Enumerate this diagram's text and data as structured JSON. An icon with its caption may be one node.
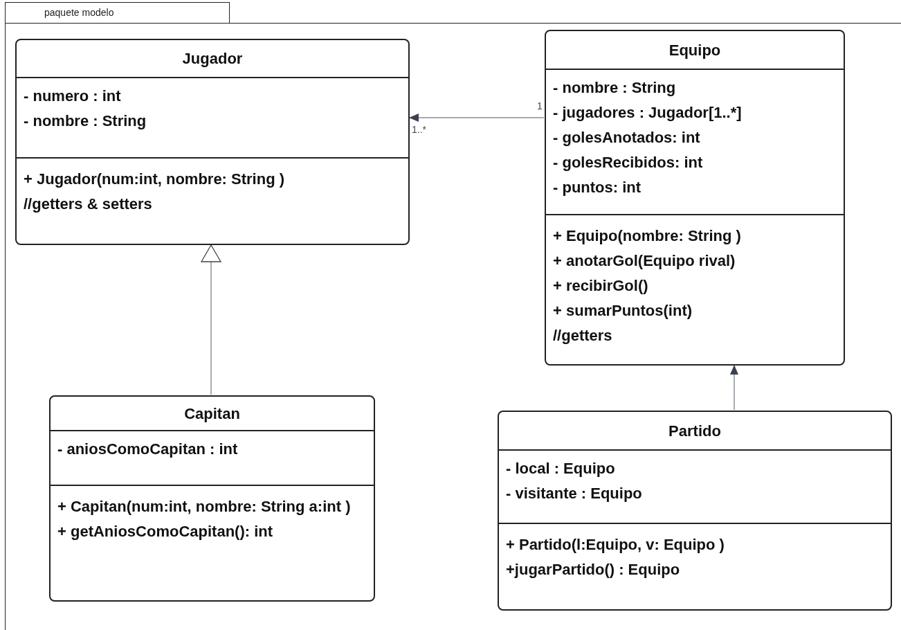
{
  "diagram": {
    "nodes": [
      {
        "text": [
          "paquete modelo"
        ]
      },
      {
        "text": [
          "Jugador"
        ],
        "in": 0
      },
      {
        "text": [
          "- numero : int",
          "- nombre : String"
        ],
        "in": 1
      },
      {
        "text": [
          "+ Jugador(num:int, nombre: String )",
          "//getters & setters"
        ],
        "in": 1
      },
      {
        "text": [
          "Equipo"
        ],
        "in": 0
      },
      {
        "text": [
          "- nombre : String",
          "- jugadores : Jugador[1..*]",
          "- golesAnotados: int",
          "- golesRecibidos: int",
          "- puntos: int"
        ],
        "in": 4
      },
      {
        "text": [
          "+ Equipo(nombre: String )",
          "+ anotarGol(Equipo rival)",
          "+ recibirGol()",
          "+ sumarPuntos(int)",
          "//getters"
        ],
        "in": 4
      },
      {
        "text": [
          "Capitan"
        ],
        "in": 0
      },
      {
        "text": [
          "- aniosComoCapitan : int"
        ],
        "in": 7
      },
      {
        "text": [
          "+ Capitan(num:int, nombre: String  a:int )",
          "+ getAniosComoCapitan(): int"
        ],
        "in": 7
      },
      {
        "text": [
          "Partido"
        ],
        "in": 0
      },
      {
        "text": [
          "- local : Equipo",
          "- visitante : Equipo"
        ],
        "in": 10
      },
      {
        "text": [
          "+ Partido(l:Equipo, v: Equipo )",
          "+jugarPartido() : Equipo"
        ],
        "in": 10
      }
    ],
    "edges": [
      {
        "from": 4,
        "to": 1,
        "arrow": "to"
      },
      {
        "from": 7,
        "to": 1,
        "arrow": "to"
      },
      {
        "from": 10,
        "to": 4,
        "arrow": "to"
      }
    ],
    "labels": [
      "1",
      "1..*"
    ]
  }
}
